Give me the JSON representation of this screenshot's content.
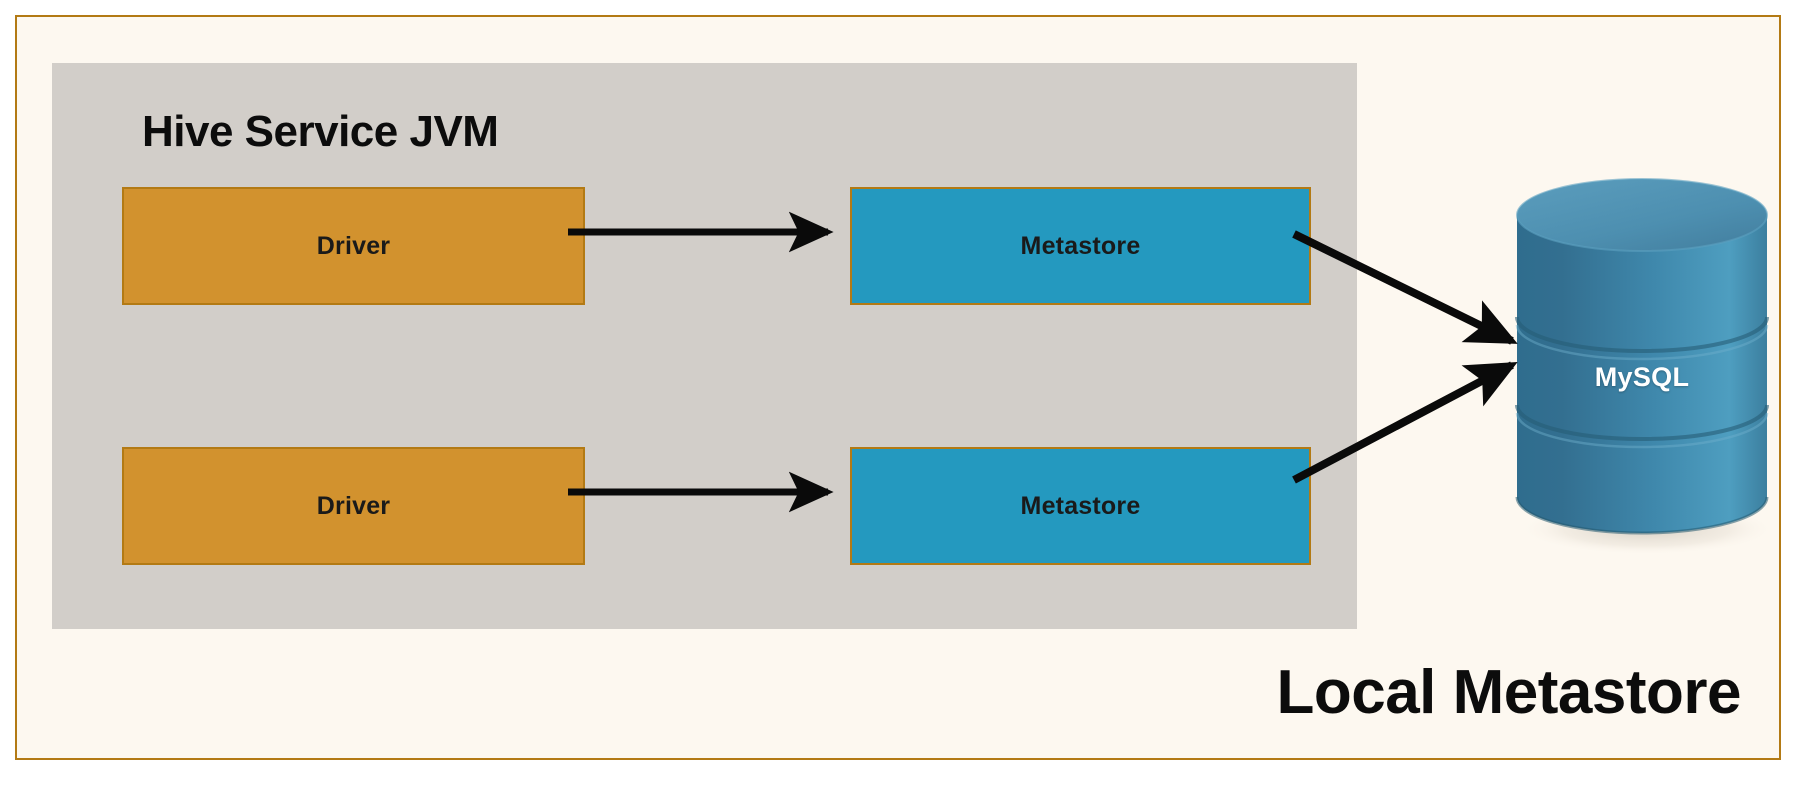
{
  "diagram": {
    "caption": "Local Metastore",
    "container": {
      "title": "Hive Service JVM",
      "fill_color": "#d2cec9"
    },
    "frame": {
      "background_color": "#fdf8f0",
      "border_color": "#b37a14"
    },
    "nodes": [
      {
        "id": "driver-1",
        "label": "Driver",
        "fill_color": "#d2922e",
        "border_color": "#b37a14",
        "text_color": "#1a1a1a"
      },
      {
        "id": "driver-2",
        "label": "Driver",
        "fill_color": "#d2922e",
        "border_color": "#b37a14",
        "text_color": "#1a1a1a"
      },
      {
        "id": "metastore-1",
        "label": "Metastore",
        "fill_color": "#2499bf",
        "border_color": "#b37a14",
        "text_color": "#1a1a1a"
      },
      {
        "id": "metastore-2",
        "label": "Metastore",
        "fill_color": "#2499bf",
        "border_color": "#b37a14",
        "text_color": "#1a1a1a"
      }
    ],
    "database": {
      "label": "MySQL",
      "shape": "cylinder",
      "fill_color": "#3d84a8",
      "top_color": "#4b91b3",
      "text_color": "#ffffff"
    },
    "connections": [
      {
        "from": "driver-1",
        "to": "metastore-1",
        "style": "arrow"
      },
      {
        "from": "driver-2",
        "to": "metastore-2",
        "style": "arrow"
      },
      {
        "from": "metastore-1",
        "to": "database",
        "style": "arrow"
      },
      {
        "from": "metastore-2",
        "to": "database",
        "style": "arrow"
      }
    ],
    "arrow_color": "#0a0a0a"
  }
}
